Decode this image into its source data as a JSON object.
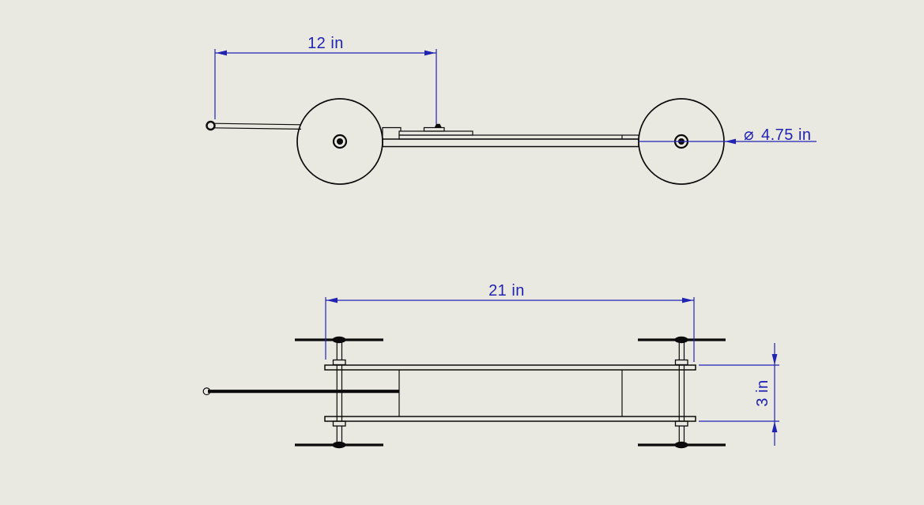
{
  "colors": {
    "background": "#e9e8e1",
    "geometry": "#0b0b0b",
    "dimension": "#2123b2"
  },
  "drawing": {
    "description_of_views": {
      "side_view": "side elevation of two-wheel lever vehicle",
      "top_view": "plan view of chassis with four wheels"
    },
    "dimensions": {
      "lever_offset": "12 in",
      "wheel_diameter_symbol": "⌀",
      "wheel_diameter_value": "4.75 in",
      "chassis_length": "21 in",
      "chassis_width": "3 in"
    }
  }
}
